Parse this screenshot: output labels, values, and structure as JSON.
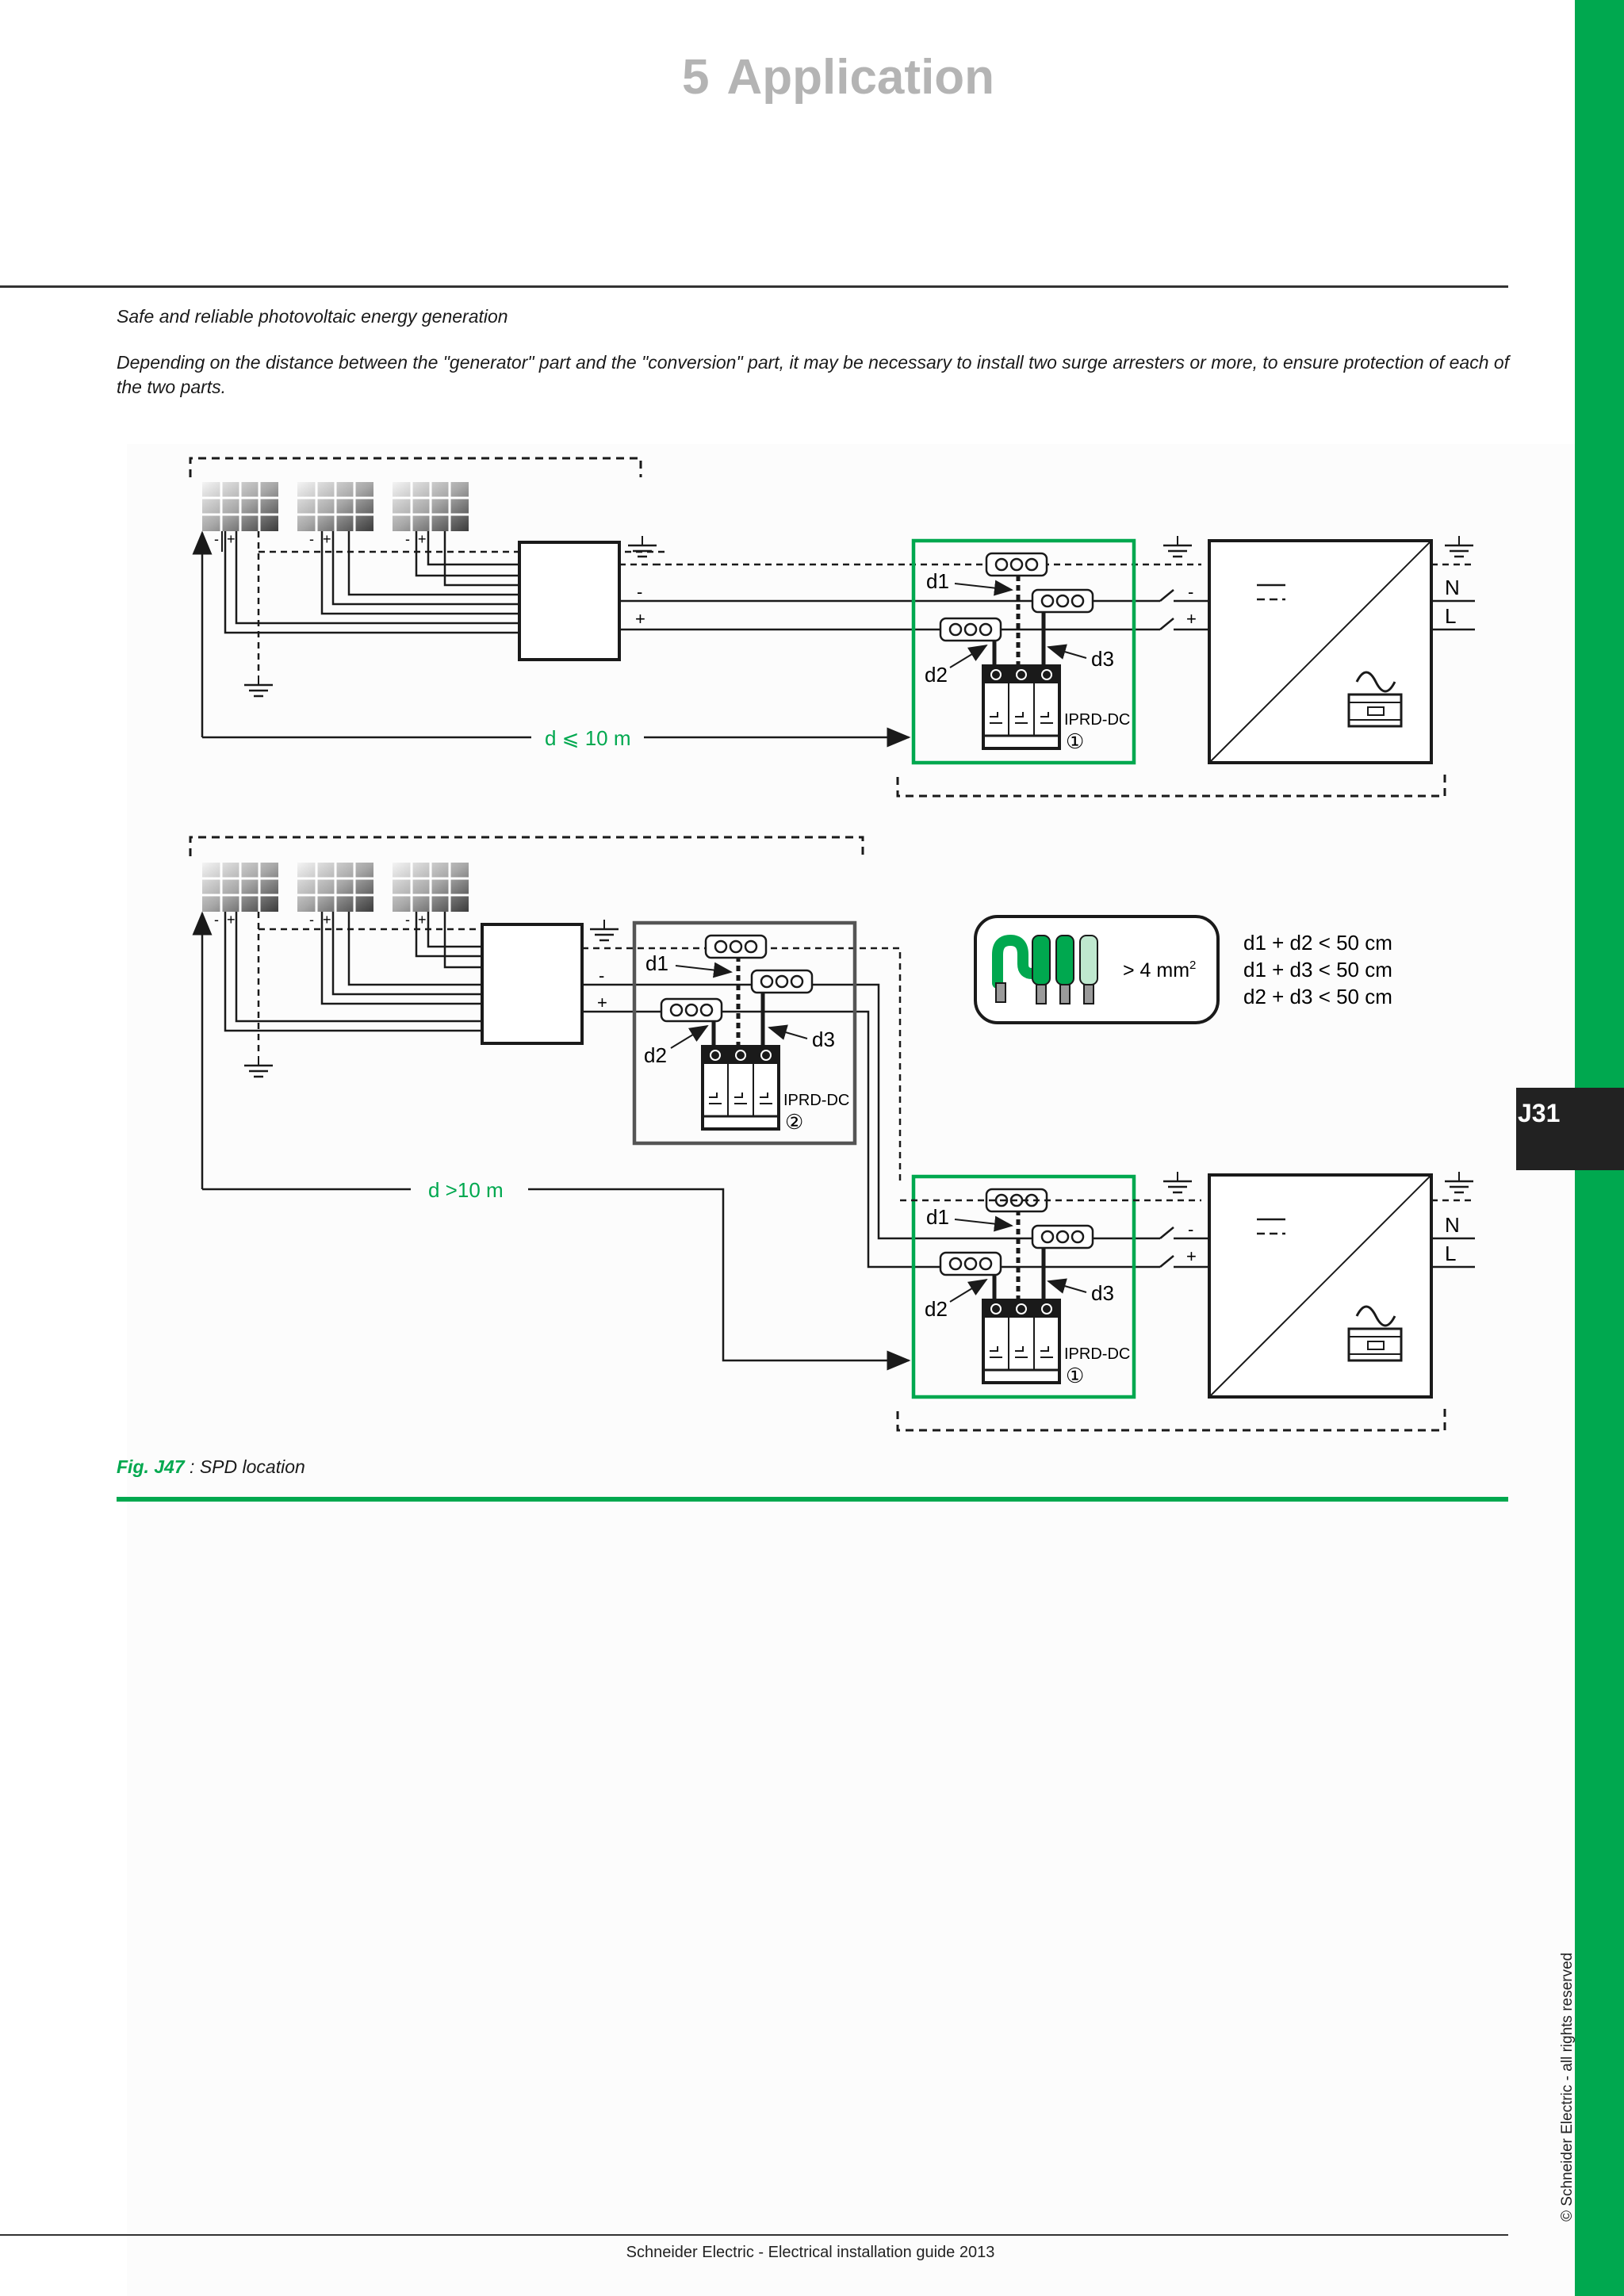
{
  "header": {
    "chapter_number": "5",
    "chapter_title": "Application"
  },
  "section": {
    "subheading": "Safe and reliable photovoltaic energy generation",
    "paragraph": "Depending on the distance between the \"generator\" part and the \"conversion\" part, it may be necessary to install two surge arresters or more, to ensure protection of each of the two parts."
  },
  "diagram": {
    "top": {
      "distance_label": "d ⩽ 10 m",
      "minus": "-",
      "plus": "+",
      "d1": "d1",
      "d2": "d2",
      "d3": "d3",
      "spd_label": "IPRD-DC",
      "spd_number": "①",
      "n": "N",
      "l": "L"
    },
    "bottom": {
      "distance_label": "d >10 m",
      "minus": "-",
      "plus": "+",
      "d1": "d1",
      "d2": "d2",
      "d3": "d3",
      "spd_label": "IPRD-DC",
      "spd_number": "②",
      "spd2_label": "IPRD-DC",
      "spd2_number": "①",
      "n": "N",
      "l": "L"
    },
    "cable_section": "> 4 mm",
    "cable_section_sup": "2",
    "rules": [
      "d1 + d2 < 50 cm",
      "d1 + d3 < 50 cm",
      "d2 + d3 < 50 cm"
    ],
    "colors": {
      "green": "#00a84f",
      "grey_box": "#555555"
    }
  },
  "figure": {
    "label": "Fig. J47",
    "caption": " : SPD location"
  },
  "sidebar": {
    "tab": "J31",
    "copyright": "© Schneider Electric - all rights reserved"
  },
  "footer": {
    "text": "Schneider Electric - Electrical installation guide 2013"
  }
}
